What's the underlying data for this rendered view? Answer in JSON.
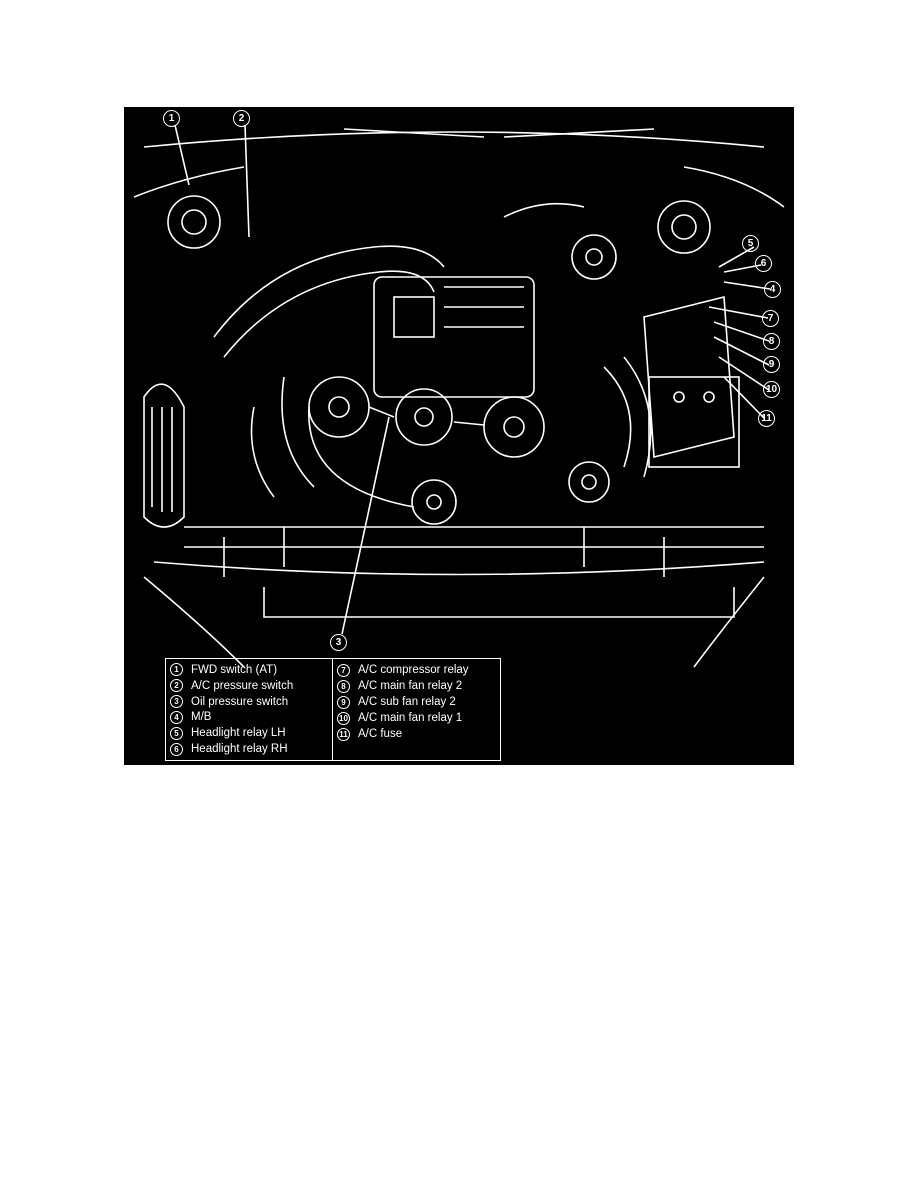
{
  "figure": {
    "callouts": [
      "1",
      "2",
      "3",
      "4",
      "5",
      "6",
      "7",
      "8",
      "9",
      "10",
      "11"
    ],
    "legend": {
      "left": [
        {
          "num": "1",
          "label": "FWD switch (AT)"
        },
        {
          "num": "2",
          "label": "A/C pressure switch"
        },
        {
          "num": "3",
          "label": "Oil pressure switch"
        },
        {
          "num": "4",
          "label": "M/B"
        },
        {
          "num": "5",
          "label": "Headlight relay LH"
        },
        {
          "num": "6",
          "label": "Headlight relay RH"
        }
      ],
      "right": [
        {
          "num": "7",
          "label": "A/C compressor relay"
        },
        {
          "num": "8",
          "label": "A/C main fan relay 2"
        },
        {
          "num": "9",
          "label": "A/C sub fan relay 2"
        },
        {
          "num": "10",
          "label": "A/C main fan relay 1"
        },
        {
          "num": "11",
          "label": "A/C fuse"
        }
      ]
    }
  }
}
